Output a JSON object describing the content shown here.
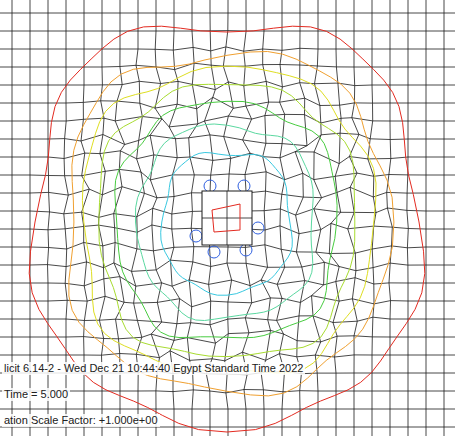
{
  "diagram": {
    "labels": [
      "licit 6.14-2 - Wed Dec 21 10:44:40 Egypt Standard Time 2022",
      "Time =    5.000",
      "ation Scale Factor: +1.000e+00"
    ]
  }
}
